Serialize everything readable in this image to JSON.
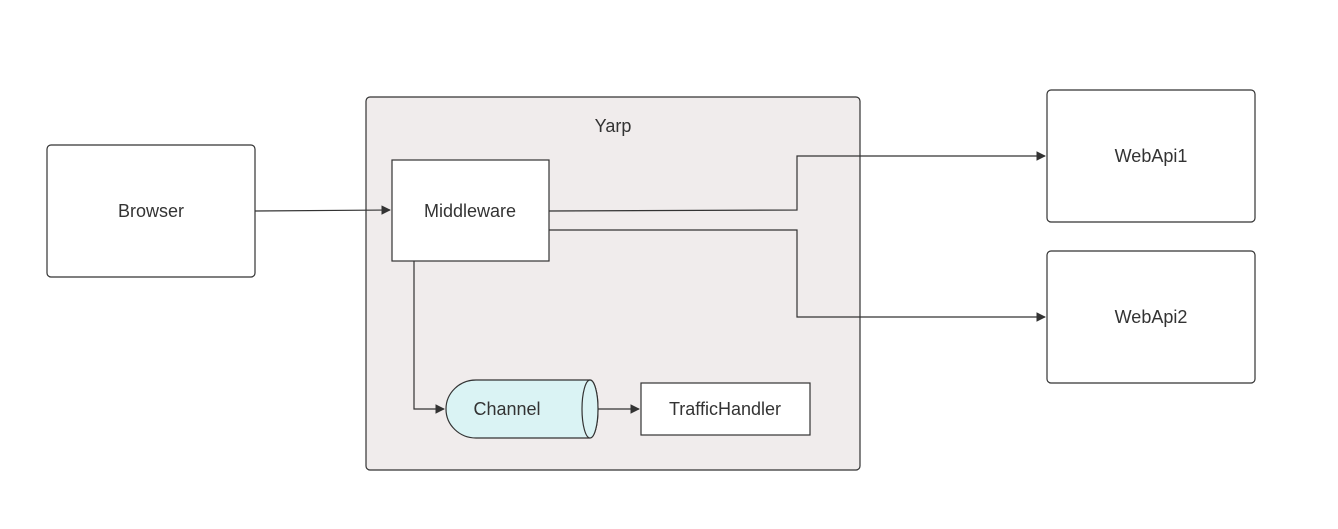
{
  "diagram": {
    "group": {
      "label": "Yarp"
    },
    "nodes": {
      "browser": "Browser",
      "middleware": "Middleware",
      "channel": "Channel",
      "traffic_handler": "TrafficHandler",
      "webapi1": "WebApi1",
      "webapi2": "WebApi2"
    },
    "colors": {
      "group_fill": "#f0ecec",
      "channel_fill": "#daf3f4",
      "stroke": "#333333",
      "text": "#333333"
    }
  }
}
